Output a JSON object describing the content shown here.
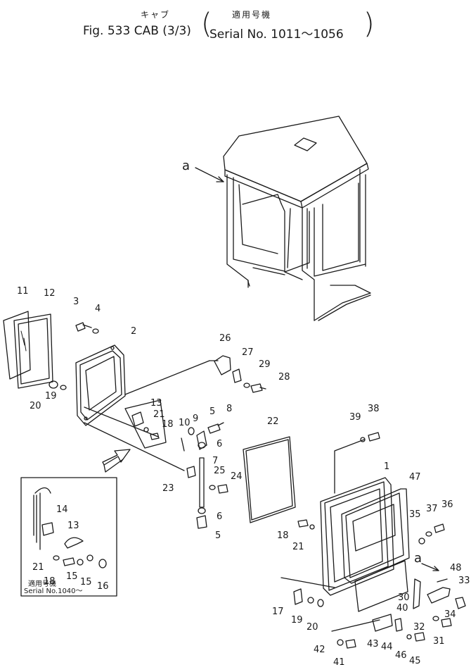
{
  "title": {
    "japanese": "キャブ",
    "figure": "Fig. 533  CAB (3/3)",
    "serial_japanese": "適用号機",
    "serial": "Serial  No. 1011～1056"
  },
  "view_labels": {
    "a_top": "a",
    "a_right": "a"
  },
  "inset": {
    "japanese": "適用号機",
    "serial": "Serial No.1040～"
  },
  "callouts": [
    "1",
    "2",
    "3",
    "4",
    "5",
    "5",
    "6",
    "6",
    "7",
    "8",
    "9",
    "10",
    "11",
    "12",
    "13",
    "13",
    "14",
    "15",
    "15",
    "16",
    "17",
    "18",
    "18",
    "18",
    "19",
    "19",
    "20",
    "20",
    "21",
    "21",
    "21",
    "22",
    "23",
    "24",
    "25",
    "26",
    "27",
    "28",
    "29",
    "30",
    "31",
    "32",
    "33",
    "34",
    "35",
    "36",
    "37",
    "38",
    "39",
    "40",
    "41",
    "42",
    "43",
    "44",
    "45",
    "46",
    "47",
    "48"
  ]
}
